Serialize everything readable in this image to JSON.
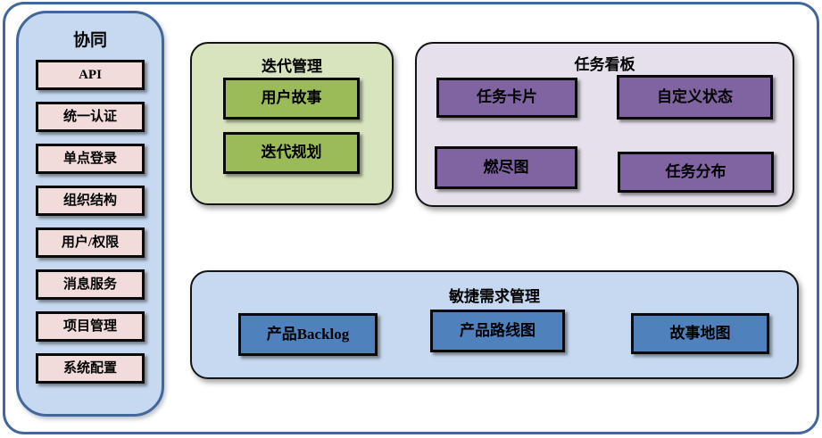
{
  "colors": {
    "outer_border": "#44679B",
    "sidebar_bg": "#C6D9F1",
    "sidebar_item_bg": "#F2DCDB",
    "green_panel_bg": "#D7E4BD",
    "green_item_bg": "#9BBB59",
    "purple_panel_bg": "#E6E0EC",
    "purple_item_bg": "#8064A2",
    "blue_panel_bg": "#C6D9F1",
    "blue_item_bg": "#4F81BD",
    "item_border": "#000000",
    "text": "#000000"
  },
  "sidebar": {
    "title": "协同",
    "items": [
      "API",
      "统一认证",
      "单点登录",
      "组织结构",
      "用户/权限",
      "消息服务",
      "项目管理",
      "系统配置"
    ]
  },
  "panels": {
    "iteration": {
      "title": "迭代管理",
      "items": [
        "用户故事",
        "迭代规划"
      ]
    },
    "kanban": {
      "title": "任务看板",
      "items": [
        "任务卡片",
        "自定义状态",
        "燃尽图",
        "任务分布"
      ]
    },
    "requirements": {
      "title": "敏捷需求管理",
      "items": [
        "产品Backlog",
        "产品路线图",
        "故事地图"
      ]
    }
  }
}
